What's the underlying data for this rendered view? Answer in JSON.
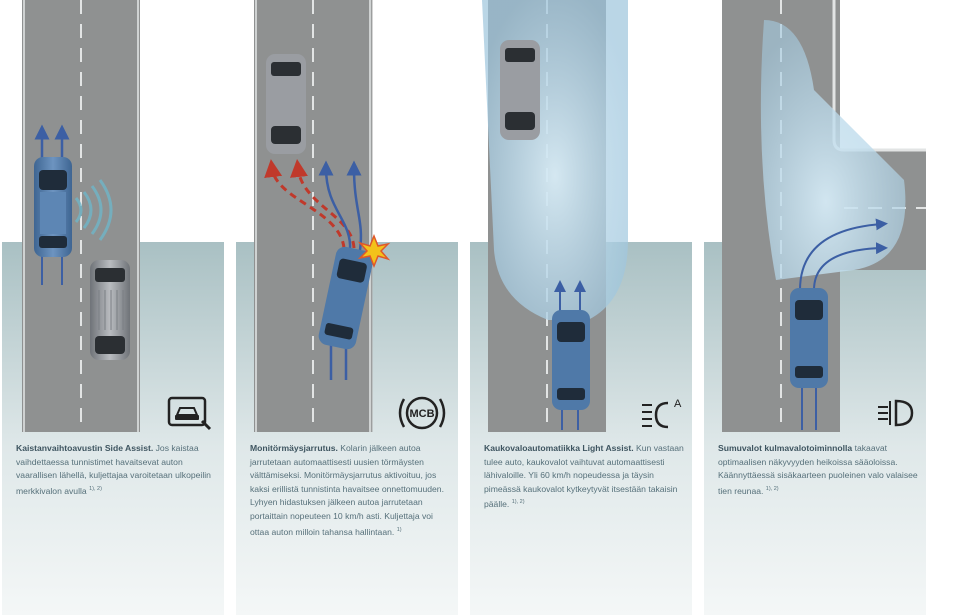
{
  "colors": {
    "panel_gradient_top": "#a9c0c3",
    "panel_gradient_bottom": "#f4f7f7",
    "road": "#8f9191",
    "lane_mark": "#e2e4e4",
    "car_blue": "#4f79a8",
    "car_silver": "#8c8f94",
    "arrow_blue": "#3c5fa4",
    "arrow_red_dashed": "#c0392b",
    "beam": "#bcd9ea",
    "text": "#56707a",
    "title_text": "#3e5560"
  },
  "panels": [
    {
      "icon": "side-assist-car-icon",
      "title": "Kaistanvaihtoavustin Side Assist.",
      "text": "Jos kaistaa vaihdettaessa tunnistimet havaitsevat auton vaarallisen lähellä, kuljettajaa varoitetaan ulkopeilin merkkivalon avulla",
      "footnote": "1), 2)"
    },
    {
      "icon": "mcb-icon",
      "icon_text": "MCB",
      "title": "Monitörmäysjarrutus.",
      "text": "Kolarin jälkeen autoa jarrutetaan automaattisesti uusien törmäysten välttämiseksi. Monitörmäysjarrutus aktivoituu, jos kaksi erillistä tunnistinta havaitsee onnettomuuden. Lyhyen hidastuksen jälkeen autoa jarrutetaan portaittain nopeuteen 10 km/h asti. Kuljettaja voi ottaa auton milloin tahansa hallintaan.",
      "footnote": "1)"
    },
    {
      "icon": "light-assist-icon",
      "icon_text": "A",
      "title": "Kaukovaloautomatiikka Light Assist.",
      "text": "Kun vastaan tulee auto, kaukovalot vaihtuvat automaattisesti lähivaloille. Yli 60 km/h nopeudessa ja täysin pimeässä kaukovalot kytkeytyvät itsestään takaisin päälle.",
      "footnote": "1), 2)"
    },
    {
      "icon": "fog-light-icon",
      "title": "Sumuvalot kulmavalotoiminnolla",
      "text": "takaavat optimaalisen näkyvyyden heikoissa sääoloissa. Käännyttäessä sisäkaarteen puoleinen valo valaisee tien reunaa.",
      "footnote": "1), 2)"
    }
  ]
}
